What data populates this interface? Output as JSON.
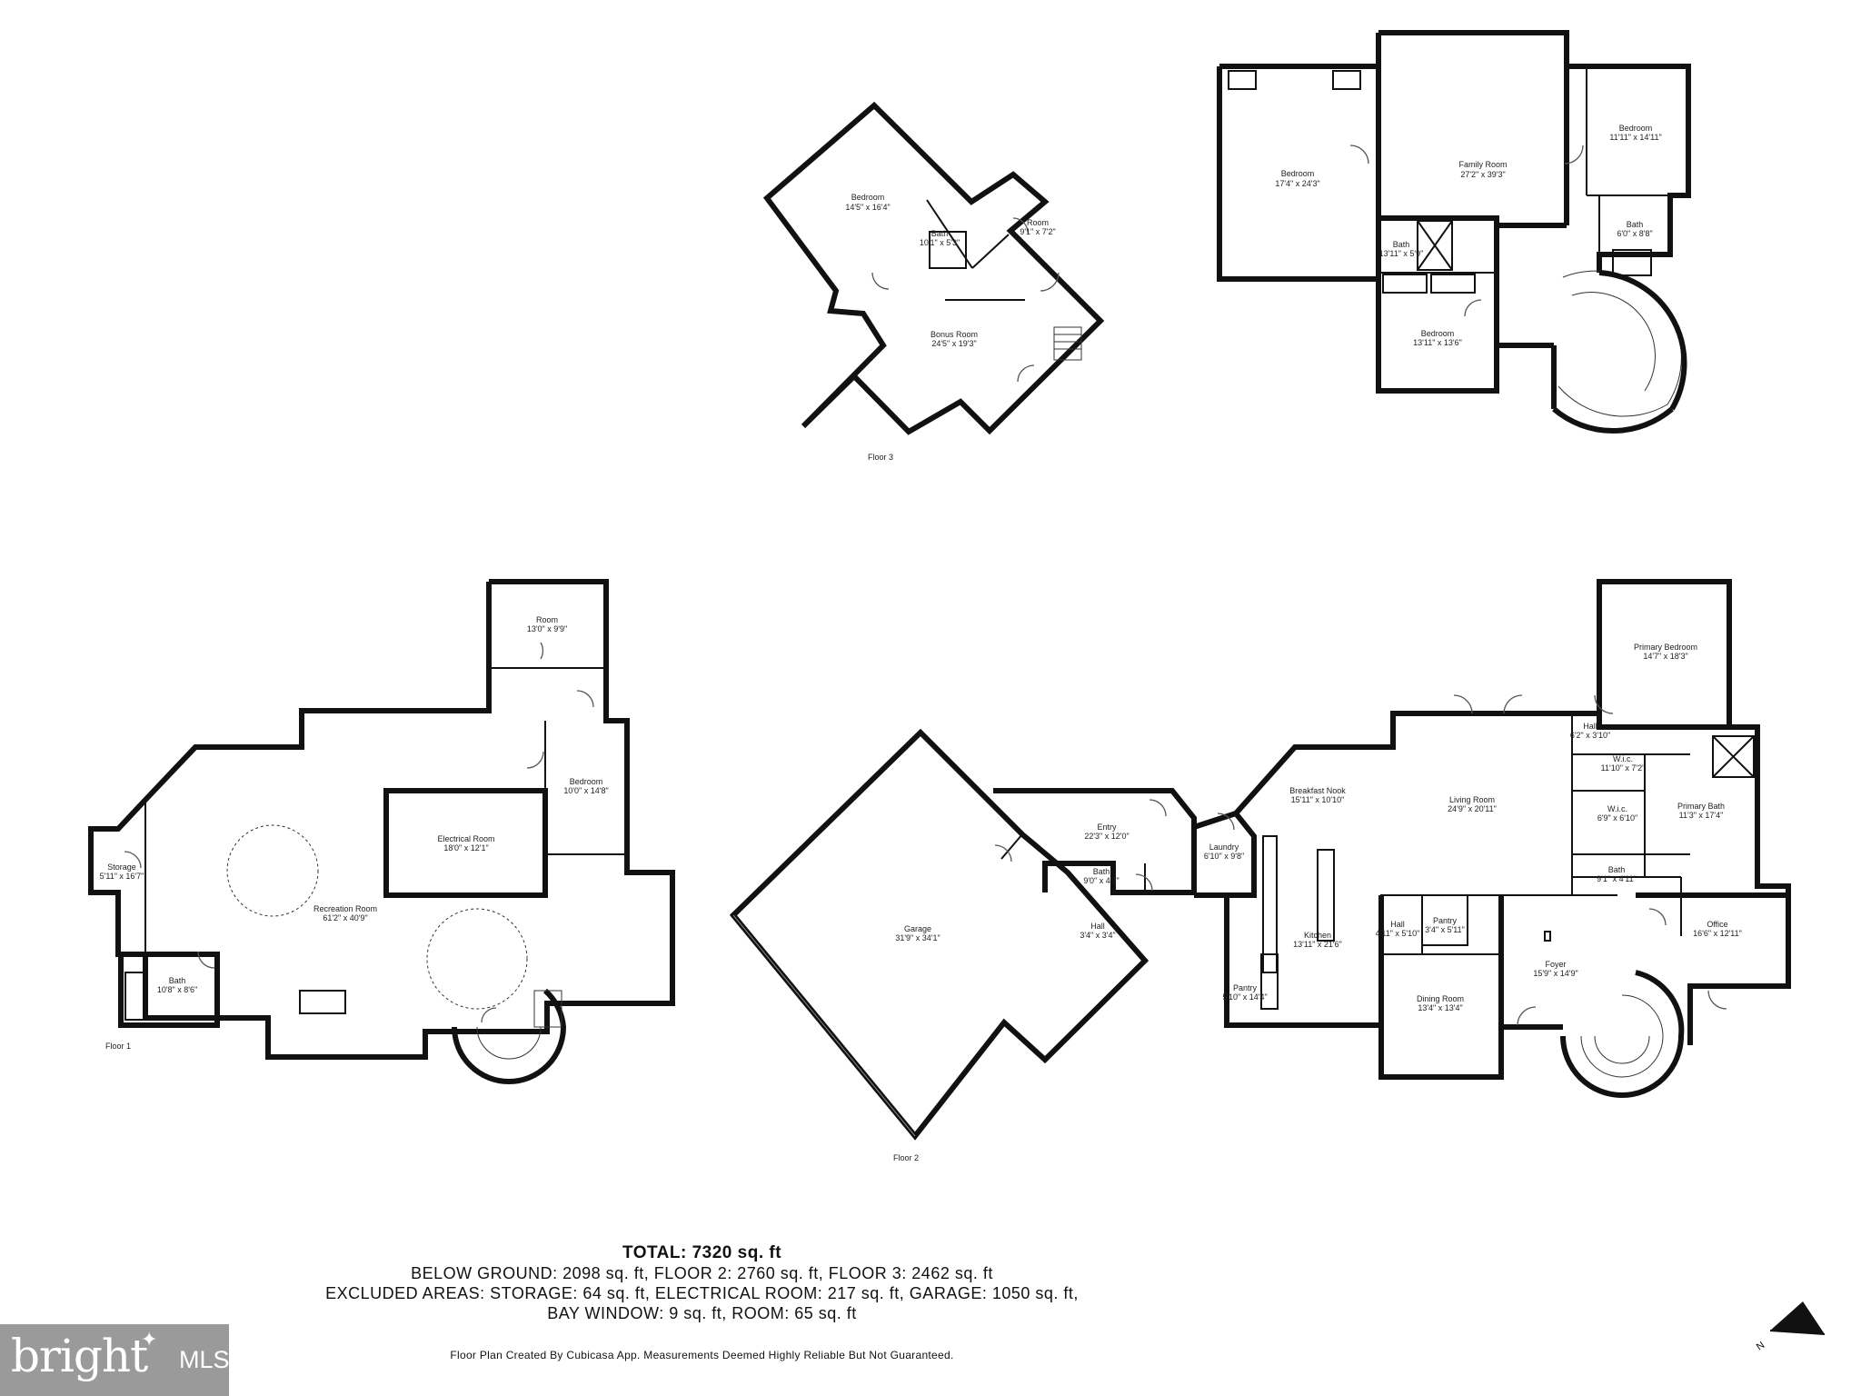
{
  "floors": {
    "floor1_label": "Floor 1",
    "floor2_label": "Floor 2",
    "floor3_label": "Floor 3"
  },
  "rooms": {
    "f3_bedroom_a": {
      "name": "Bedroom",
      "dim": "14'5\" x 16'4\""
    },
    "f3_bath_a": {
      "name": "Bath",
      "dim": "10'1\" x 5'3\""
    },
    "f3_room": {
      "name": "Room",
      "dim": "9'1\" x 7'2\""
    },
    "f3_bonus": {
      "name": "Bonus Room",
      "dim": "24'5\" x 19'3\""
    },
    "f3_bedroom_b": {
      "name": "Bedroom",
      "dim": "17'4\" x 24'3\""
    },
    "f3_family": {
      "name": "Family Room",
      "dim": "27'2\" x 39'3\""
    },
    "f3_bedroom_c": {
      "name": "Bedroom",
      "dim": "11'11\" x 14'11\""
    },
    "f3_bath_b": {
      "name": "Bath",
      "dim": "13'11\" x 5'9\""
    },
    "f3_bath_c": {
      "name": "Bath",
      "dim": "6'0\" x 8'8\""
    },
    "f3_bedroom_d": {
      "name": "Bedroom",
      "dim": "13'11\" x 13'6\""
    },
    "f1_room": {
      "name": "Room",
      "dim": "13'0\" x 9'9\""
    },
    "f1_bedroom": {
      "name": "Bedroom",
      "dim": "10'0\" x 14'8\""
    },
    "f1_electrical": {
      "name": "Electrical Room",
      "dim": "18'0\" x 12'1\""
    },
    "f1_storage": {
      "name": "Storage",
      "dim": "5'11\" x 16'7\""
    },
    "f1_recreation": {
      "name": "Recreation Room",
      "dim": "61'2\" x 40'9\""
    },
    "f1_bath": {
      "name": "Bath",
      "dim": "10'8\" x 8'6\""
    },
    "f2_garage": {
      "name": "Garage",
      "dim": "31'9\" x 34'1\""
    },
    "f2_entry": {
      "name": "Entry",
      "dim": "22'3\" x 12'0\""
    },
    "f2_bath_a": {
      "name": "Bath",
      "dim": "9'0\" x 4'1\""
    },
    "f2_hall_a": {
      "name": "Hall",
      "dim": "3'4\" x 3'4\""
    },
    "f2_laundry": {
      "name": "Laundry",
      "dim": "6'10\" x 9'8\""
    },
    "f2_breakfast": {
      "name": "Breakfast Nook",
      "dim": "15'11\" x 10'10\""
    },
    "f2_living": {
      "name": "Living Room",
      "dim": "24'9\" x 20'11\""
    },
    "f2_primary_bed": {
      "name": "Primary Bedroom",
      "dim": "14'7\" x 18'3\""
    },
    "f2_hall_b": {
      "name": "Hall",
      "dim": "6'2\" x 3'10\""
    },
    "f2_wic_a": {
      "name": "W.i.c.",
      "dim": "11'10\" x 7'2\""
    },
    "f2_wic_b": {
      "name": "W.i.c.",
      "dim": "6'9\" x 6'10\""
    },
    "f2_primary_bath": {
      "name": "Primary Bath",
      "dim": "11'3\" x 17'4\""
    },
    "f2_bath_b": {
      "name": "Bath",
      "dim": "9'1\" x 4'11\""
    },
    "f2_office": {
      "name": "Office",
      "dim": "16'6\" x 12'11\""
    },
    "f2_kitchen": {
      "name": "Kitchen",
      "dim": "13'11\" x 21'6\""
    },
    "f2_pantry_a": {
      "name": "Pantry",
      "dim": "5'10\" x 14'4\""
    },
    "f2_hall_c": {
      "name": "Hall",
      "dim": "4'11\" x 5'10\""
    },
    "f2_pantry_b": {
      "name": "Pantry",
      "dim": "3'4\" x 5'11\""
    },
    "f2_foyer": {
      "name": "Foyer",
      "dim": "15'9\" x 14'9\""
    },
    "f2_dining": {
      "name": "Dining Room",
      "dim": "13'4\" x 13'4\""
    }
  },
  "summary": {
    "total": "TOTAL: 7320 sq. ft",
    "line1": "BELOW GROUND: 2098 sq. ft, FLOOR 2: 2760 sq. ft, FLOOR 3: 2462 sq. ft",
    "line2": "EXCLUDED AREAS: STORAGE: 64 sq. ft, ELECTRICAL ROOM: 217 sq. ft, GARAGE: 1050 sq. ft,",
    "line3": "BAY WINDOW: 9 sq. ft, ROOM: 65 sq. ft"
  },
  "credit": "Floor Plan Created By Cubicasa App. Measurements Deemed Highly Reliable But Not Guaranteed.",
  "logo": {
    "brand": "bright",
    "suffix": "MLS"
  },
  "compass": {
    "letter": "N"
  }
}
